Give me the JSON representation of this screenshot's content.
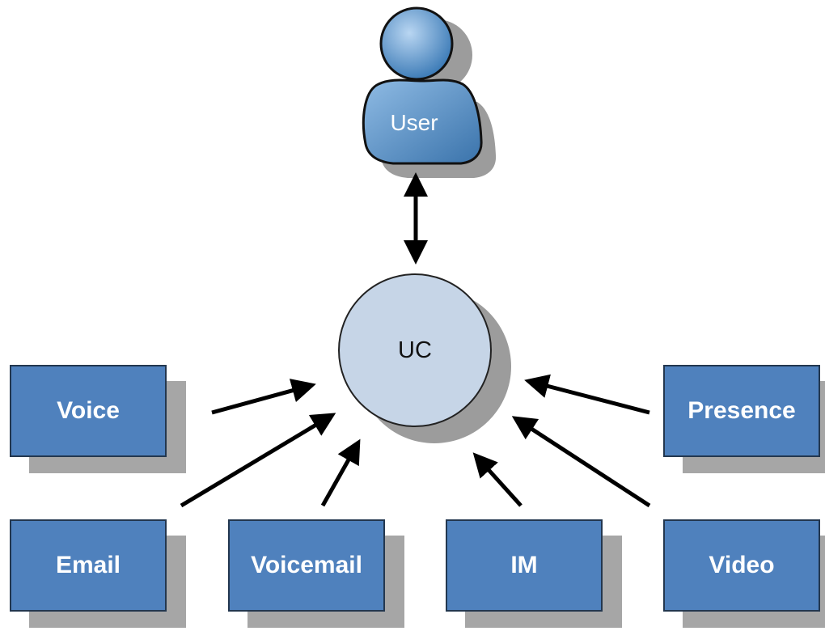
{
  "user": {
    "label": "User",
    "icon": "user-icon"
  },
  "hub": {
    "label": "UC"
  },
  "nodes": {
    "voice": "Voice",
    "presence": "Presence",
    "email": "Email",
    "voicemail": "Voicemail",
    "im": "IM",
    "video": "Video"
  },
  "colors": {
    "box_fill": "#4f81bd",
    "box_border": "#23374f",
    "shadow": "#a6a6a6",
    "hub_fill": "#c6d5e7",
    "user_fill": "#5e94c9",
    "arrow": "#000000"
  }
}
